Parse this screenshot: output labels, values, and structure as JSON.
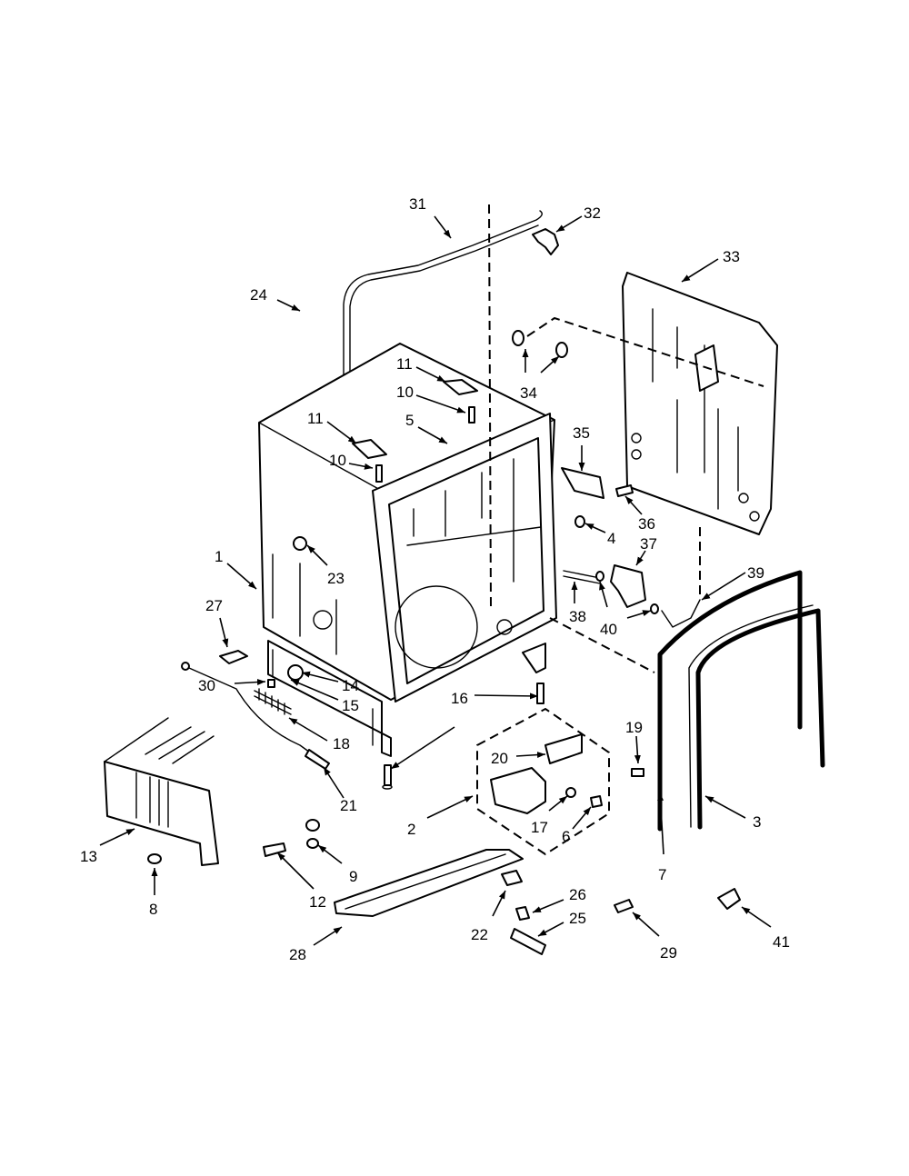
{
  "callouts": [
    "1",
    "2",
    "3",
    "4",
    "5",
    "6",
    "7",
    "8",
    "9",
    "10",
    "11",
    "12",
    "13",
    "14",
    "15",
    "16",
    "17",
    "18",
    "19",
    "20",
    "21",
    "22",
    "23",
    "24",
    "25",
    "26",
    "27",
    "28",
    "29",
    "30",
    "31",
    "32",
    "33",
    "34",
    "35",
    "36",
    "37",
    "38",
    "39",
    "40",
    "41"
  ]
}
